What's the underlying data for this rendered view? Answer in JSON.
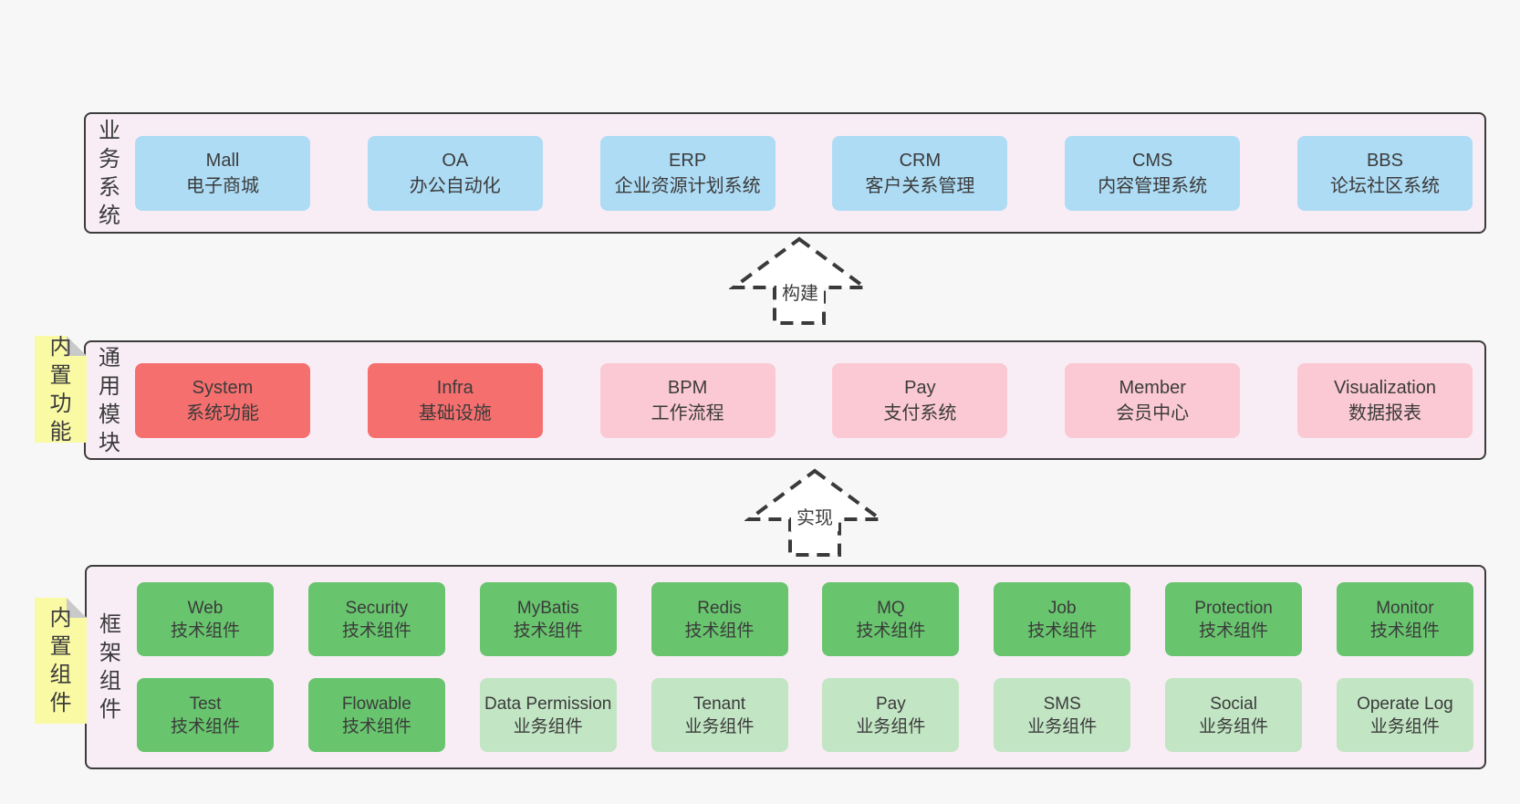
{
  "page": {
    "background": "#f7f7f7"
  },
  "colors": {
    "container_bg": "#f8edf5",
    "border": "#3c3c3c",
    "blue": "#aedcf5",
    "red": "#f56f6f",
    "pink": "#fbc9d3",
    "green": "#68c56e",
    "light_green": "#c2e5c4",
    "sticky_yellow": "#fafaa5",
    "text": "#3b3b3b"
  },
  "layers": {
    "business": {
      "label": "业务系统",
      "items": [
        {
          "name": "Mall",
          "desc": "电子商城"
        },
        {
          "name": "OA",
          "desc": "办公自动化"
        },
        {
          "name": "ERP",
          "desc": "企业资源计划系统"
        },
        {
          "name": "CRM",
          "desc": "客户关系管理"
        },
        {
          "name": "CMS",
          "desc": "内容管理系统"
        },
        {
          "name": "BBS",
          "desc": "论坛社区系统"
        }
      ]
    },
    "modules": {
      "label": "通用模块",
      "sticky": "内置功能",
      "items": [
        {
          "name": "System",
          "desc": "系统功能"
        },
        {
          "name": "Infra",
          "desc": "基础设施"
        },
        {
          "name": "BPM",
          "desc": "工作流程"
        },
        {
          "name": "Pay",
          "desc": "支付系统"
        },
        {
          "name": "Member",
          "desc": "会员中心"
        },
        {
          "name": "Visualization",
          "desc": "数据报表"
        }
      ]
    },
    "components": {
      "label": "框架组件",
      "sticky": "内置组件",
      "row1": [
        {
          "name": "Web",
          "desc": "技术组件"
        },
        {
          "name": "Security",
          "desc": "技术组件"
        },
        {
          "name": "MyBatis",
          "desc": "技术组件"
        },
        {
          "name": "Redis",
          "desc": "技术组件"
        },
        {
          "name": "MQ",
          "desc": "技术组件"
        },
        {
          "name": "Job",
          "desc": "技术组件"
        },
        {
          "name": "Protection",
          "desc": "技术组件"
        },
        {
          "name": "Monitor",
          "desc": "技术组件"
        }
      ],
      "row2": [
        {
          "name": "Test",
          "desc": "技术组件"
        },
        {
          "name": "Flowable",
          "desc": "技术组件"
        },
        {
          "name": "Data Permission",
          "desc": "业务组件"
        },
        {
          "name": "Tenant",
          "desc": "业务组件"
        },
        {
          "name": "Pay",
          "desc": "业务组件"
        },
        {
          "name": "SMS",
          "desc": "业务组件"
        },
        {
          "name": "Social",
          "desc": "业务组件"
        },
        {
          "name": "Operate Log",
          "desc": "业务组件"
        }
      ]
    }
  },
  "arrows": {
    "build": "构建",
    "implement": "实现"
  }
}
